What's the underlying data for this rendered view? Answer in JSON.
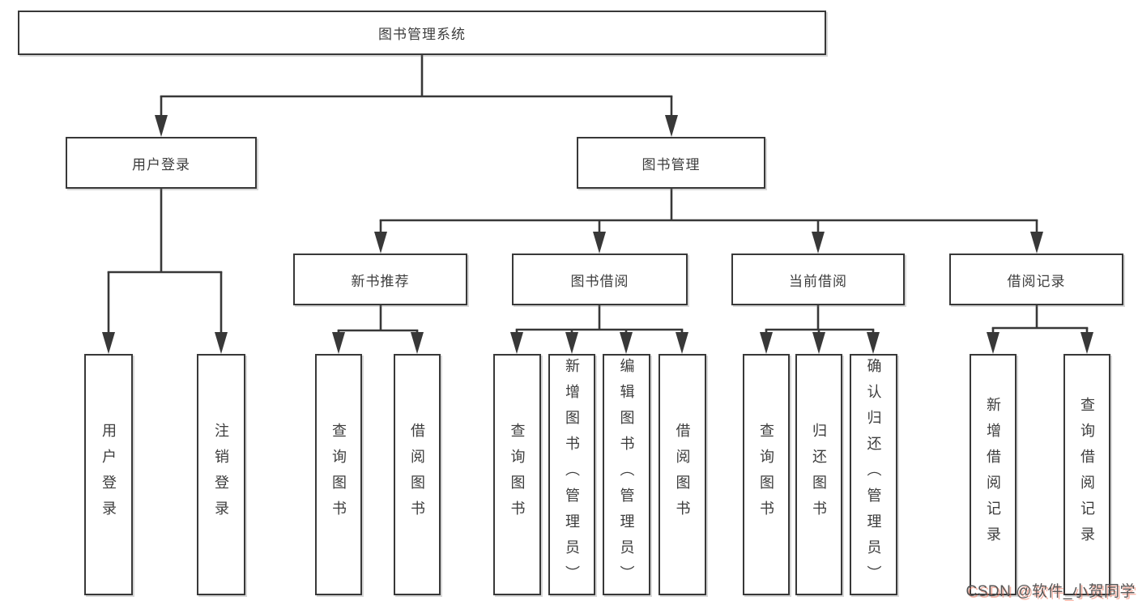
{
  "diagram": {
    "root": {
      "label": "图书管理系统"
    },
    "level2": [
      {
        "label": "用户登录"
      },
      {
        "label": "图书管理"
      }
    ],
    "login_leaves": [
      {
        "label": "用户登录"
      },
      {
        "label": "注销登录"
      }
    ],
    "level3": [
      {
        "label": "新书推荐"
      },
      {
        "label": "图书借阅"
      },
      {
        "label": "当前借阅"
      },
      {
        "label": "借阅记录"
      }
    ],
    "new_book_leaves": [
      {
        "label": "查询图书"
      },
      {
        "label": "借阅图书"
      }
    ],
    "borrow_leaves": [
      {
        "label": "查询图书"
      },
      {
        "label": "新增图书（管理员）"
      },
      {
        "label": "编辑图书（管理员）"
      },
      {
        "label": "借阅图书"
      }
    ],
    "current_leaves": [
      {
        "label": "查询图书"
      },
      {
        "label": "归还图书"
      },
      {
        "label": "确认归还（管理员）"
      }
    ],
    "record_leaves": [
      {
        "label": "新增借阅记录"
      },
      {
        "label": "查询借阅记录"
      }
    ]
  },
  "watermark": {
    "text": "CSDN @软件_小贺同学"
  },
  "colors": {
    "background": "#ffffff",
    "line": "#383838",
    "node_border": "#383838",
    "node_text": "#3d3d3d",
    "watermark_text": "#575757",
    "watermark_shadow": "#f0785f"
  }
}
